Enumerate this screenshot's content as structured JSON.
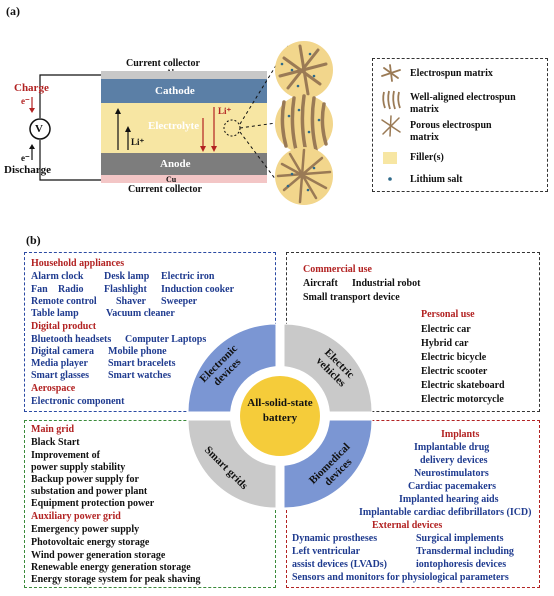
{
  "panel_a": {
    "label": "(a)",
    "current_collector_top": "Current collector",
    "al": "Al",
    "cathode": "Cathode",
    "electrolyte": "Electrolyte",
    "anode": "Anode",
    "cu": "Cu",
    "current_collector_bottom": "Current collector",
    "charge": "Charge",
    "discharge": "Discharge",
    "e_minus": "e⁻",
    "voltmeter": "V",
    "li_plus": "Li⁺",
    "legend": [
      {
        "icon": "electrospun-matrix-icon",
        "label": "Electrospun matrix"
      },
      {
        "icon": "aligned-matrix-icon",
        "label": "Well-aligned electrospun matrix"
      },
      {
        "icon": "porous-matrix-icon",
        "label": "Porous electrospun matrix"
      },
      {
        "icon": "filler-icon",
        "label": "Filler(s)"
      },
      {
        "icon": "lithium-salt-icon",
        "label": "Lithium salt"
      }
    ],
    "colors": {
      "cathode": "#5b7fa6",
      "electrolyte": "#f7e6a3",
      "anode": "#7d7d7d",
      "al": "#c8c8c8",
      "cu": "#f3c6c6",
      "circle_fill": "#f2d68c"
    }
  },
  "panel_b": {
    "label": "(b)",
    "center": "All-solid-state battery",
    "quadrants": {
      "electronic": "Electronic devices",
      "vehicles": "Electric vehicles",
      "grids": "Smart grids",
      "biomedical": "Biomedical devices"
    },
    "household": {
      "title": "Household appliances",
      "rows": [
        [
          "Alarm clock",
          "Desk lamp",
          "Electric iron"
        ],
        [
          "Fan",
          "Radio",
          "Flashlight",
          "Induction cooker"
        ],
        [
          "Remote control",
          "Shaver",
          "Sweeper"
        ],
        [
          "Table lamp",
          "Vacuum cleaner"
        ]
      ]
    },
    "digital": {
      "title": "Digital product",
      "rows": [
        [
          "Bluetooth headsets",
          "Computer Laptops"
        ],
        [
          "Digital camera",
          "Mobile phone"
        ],
        [
          "Media player",
          "Smart bracelets"
        ],
        [
          "Smart glasses",
          "Smart watches"
        ]
      ]
    },
    "aerospace": {
      "title": "Aerospace",
      "item": "Electronic component"
    },
    "commercial": {
      "title": "Commercial use",
      "rows": [
        [
          "Aircraft",
          "Industrial robot"
        ],
        [
          "Small transport device"
        ]
      ]
    },
    "personal": {
      "title": "Personal use",
      "items": [
        "Electric car",
        "Hybrid car",
        "Electric bicycle",
        "Electric scooter",
        "Electric skateboard",
        "Electric motorcycle"
      ]
    },
    "main_grid": {
      "title": "Main grid",
      "items": [
        "Black Start",
        "Improvement of",
        "power supply stability",
        "Backup power supply for",
        "substation and power plant",
        "Equipment protection power"
      ]
    },
    "aux_grid": {
      "title": "Auxiliary power grid",
      "items": [
        "Emergency power supply",
        "Photovoltaic energy storage",
        "Wind power generation storage",
        "Renewable energy generation storage",
        "Energy storage system for peak shaving"
      ]
    },
    "implants": {
      "title": "Implants",
      "items": [
        "Implantable drug",
        "delivery devices",
        "Neurostimulators",
        "Cardiac pacemakers",
        "Implanted hearing aids",
        "Implantable cardiac defibrillators (ICD)"
      ]
    },
    "external": {
      "title": "External devices",
      "left": [
        "Dynamic prostheses",
        "Left ventricular",
        "assist devices (LVADs)"
      ],
      "right": [
        "Surgical implements",
        "Transdermal including",
        "iontophoresis devices"
      ],
      "bottom": "Sensors and monitors for physiological parameters"
    },
    "colors": {
      "blue_quadrant": "#7b96d3",
      "gray_quadrant": "#c9c9c9",
      "center": "#f5cc3a"
    }
  }
}
